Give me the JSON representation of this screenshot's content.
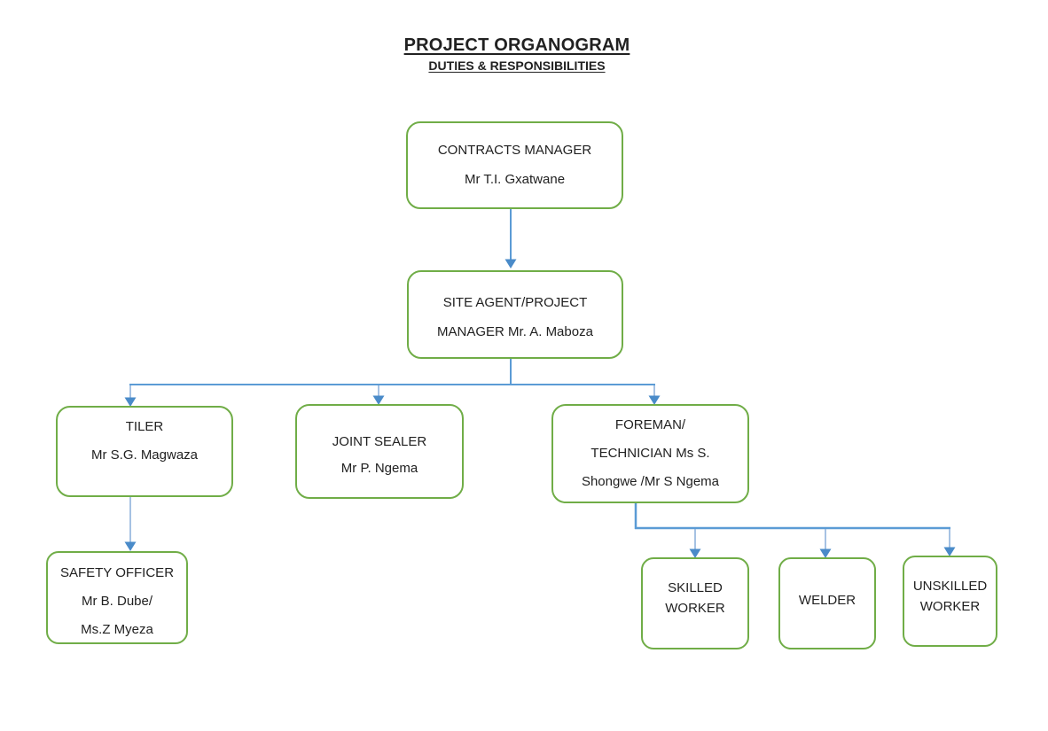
{
  "page": {
    "title": "PROJECT ORGANOGRAM",
    "subtitle": "DUTIES & RESPONSIBILITIES"
  },
  "colors": {
    "box_border": "#70AD47",
    "connector": "#5B9BD5",
    "connector_light": "#8FB2DC",
    "arrowhead": "#4A8BC9",
    "text": "#212121"
  },
  "nodes": {
    "contracts_manager": {
      "lines": [
        "CONTRACTS MANAGER",
        "Mr T.I. Gxatwane"
      ]
    },
    "site_agent": {
      "lines": [
        "SITE AGENT/PROJECT",
        "MANAGER Mr. A. Maboza"
      ]
    },
    "tiler": {
      "lines": [
        "TILER",
        "Mr S.G. Magwaza"
      ]
    },
    "joint_sealer": {
      "lines": [
        "JOINT SEALER",
        "Mr P. Ngema"
      ]
    },
    "foreman": {
      "lines": [
        "FOREMAN/",
        "TECHNICIAN Ms S.",
        "Shongwe /Mr S Ngema"
      ]
    },
    "safety_officer": {
      "lines": [
        "SAFETY OFFICER",
        "Mr B. Dube/",
        "Ms.Z Myeza"
      ]
    },
    "skilled_worker": {
      "label": "SKILLED WORKER"
    },
    "welder": {
      "label": "WELDER"
    },
    "unskilled_worker": {
      "label": "UNSKILLED WORKER"
    }
  },
  "edges": [
    {
      "from": "contracts_manager",
      "to": "site_agent"
    },
    {
      "from": "site_agent",
      "to": "tiler"
    },
    {
      "from": "site_agent",
      "to": "joint_sealer"
    },
    {
      "from": "site_agent",
      "to": "foreman"
    },
    {
      "from": "tiler",
      "to": "safety_officer"
    },
    {
      "from": "foreman",
      "to": "skilled_worker"
    },
    {
      "from": "foreman",
      "to": "welder"
    },
    {
      "from": "foreman",
      "to": "unskilled_worker"
    }
  ]
}
